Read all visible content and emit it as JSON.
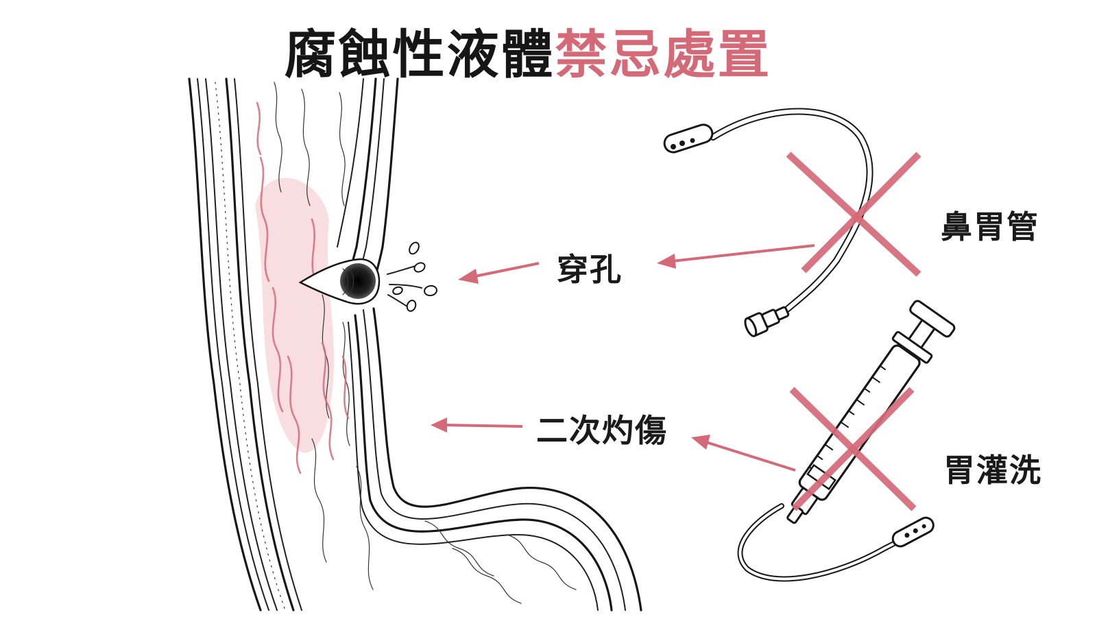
{
  "title": {
    "part1": "腐蝕性液體",
    "part2": "禁忌處置"
  },
  "colors": {
    "accent": "#d46a78",
    "ink": "#161616",
    "inflamed": "#f2c2c6"
  },
  "labels": {
    "perforation": "穿孔",
    "secondary_burn": "二次灼傷",
    "ng_tube": "鼻胃管",
    "gastric_lavage": "胃灌洗"
  },
  "icons": [
    "nasogastric-tube-icon",
    "syringe-icon",
    "prohibited-cross-icon",
    "arrow-icon"
  ]
}
